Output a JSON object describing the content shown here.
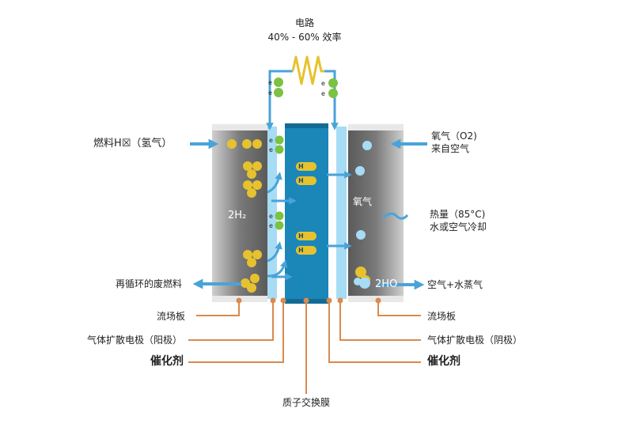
{
  "circuit": {
    "title": "电路",
    "efficiency": "40% - 60% 效率"
  },
  "electron_symbol": "e",
  "hydrogen_symbol": "H",
  "inputs": {
    "fuel": "燃料H☒（氢气）",
    "oxygen_line1": "氧气（O2)",
    "oxygen_line2": "来自空气"
  },
  "outputs": {
    "recycled_fuel": "再循环的废燃料",
    "heat_line1": "热量（85°C)",
    "heat_line2": "水或空气冷却",
    "air_steam": "空气+水蒸气"
  },
  "inside": {
    "anode_gas": "2H₂",
    "cathode_gas": "氧气",
    "water": "2HO"
  },
  "legend": {
    "flow_plate_left": "流场板",
    "gdl_anode": "气体扩散电极（阳极）",
    "catalyst_left": "催化剂",
    "flow_plate_right": "流场板",
    "gdl_cathode": "气体扩散电极（阴极）",
    "catalyst_right": "催化剂",
    "membrane": "质子交换膜"
  },
  "colors": {
    "arrow": "#4aa3d8",
    "membrane": "#1b86b8",
    "gdl": "#a7dcf5",
    "plate": "#6e6e6e",
    "hydrogen": "#e6c22e",
    "electron": "#7cc242",
    "resistor": "#e6c22e",
    "leader": "#d98a4e"
  }
}
